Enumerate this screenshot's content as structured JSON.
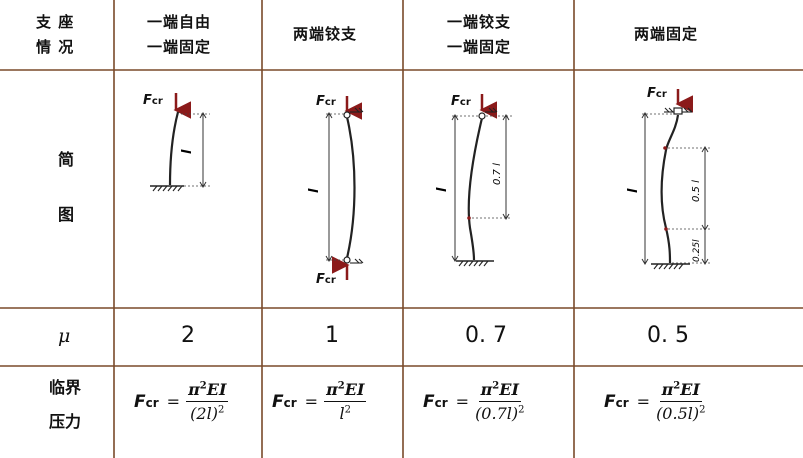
{
  "header": {
    "corner_label_1": "支 座",
    "corner_label_2": "情 况",
    "col1_line1": "一端自由",
    "col1_line2": "一端固定",
    "col2": "两端铰支",
    "col3_line1": "一端铰支",
    "col3_line2": "一端固定",
    "col4": "两端固定"
  },
  "rows": {
    "diagram_label_1": "简",
    "diagram_label_2": "图",
    "mu_label": "μ",
    "pressure_label_1": "临界",
    "pressure_label_2": "压力"
  },
  "diagram_labels": {
    "fcr_main": "F",
    "fcr_sub": "cr",
    "length": "l",
    "col3_dim": "0.7 l",
    "col4_dim_mid": "0.5 l",
    "col4_dim_end": "0.25l"
  },
  "mu_values": [
    "2",
    "1",
    "0. 7",
    "0. 5"
  ],
  "formulas": [
    {
      "lhs": "F",
      "lhs_sub": "cr",
      "eq": "=",
      "num": "π",
      "num_sup": "2",
      "num_rest": "EI",
      "den": "(2l)",
      "den_sup": "2"
    },
    {
      "lhs": "F",
      "lhs_sub": "cr",
      "eq": "=",
      "num": "π",
      "num_sup": "2",
      "num_rest": "EI",
      "den": "l",
      "den_sup": "2"
    },
    {
      "lhs": "F",
      "lhs_sub": "cr",
      "eq": "=",
      "num": "π",
      "num_sup": "2",
      "num_rest": "EI",
      "den": "(0.7l)",
      "den_sup": "2"
    },
    {
      "lhs": "F",
      "lhs_sub": "cr",
      "eq": "=",
      "num": "π",
      "num_sup": "2",
      "num_rest": "EI",
      "den": "(0.5l)",
      "den_sup": "2"
    }
  ],
  "colors": {
    "grid": "#7a4a2a",
    "arrow": "#8b1a1a",
    "ink": "#111111"
  }
}
